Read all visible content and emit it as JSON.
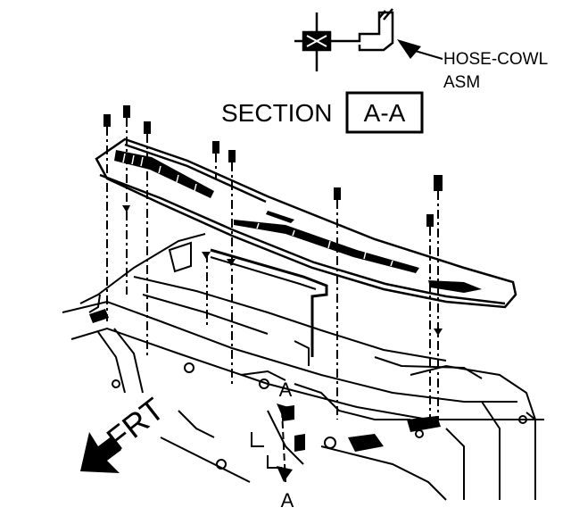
{
  "callout": {
    "line1": "HOSE-COWL",
    "line2": "ASM"
  },
  "section": {
    "prefix": "SECTION",
    "label": "A-A"
  },
  "direction": {
    "label": "FRT"
  },
  "section_markers": {
    "top": "A",
    "bottom": "A"
  },
  "colors": {
    "ink": "#000000",
    "paper": "#ffffff"
  }
}
